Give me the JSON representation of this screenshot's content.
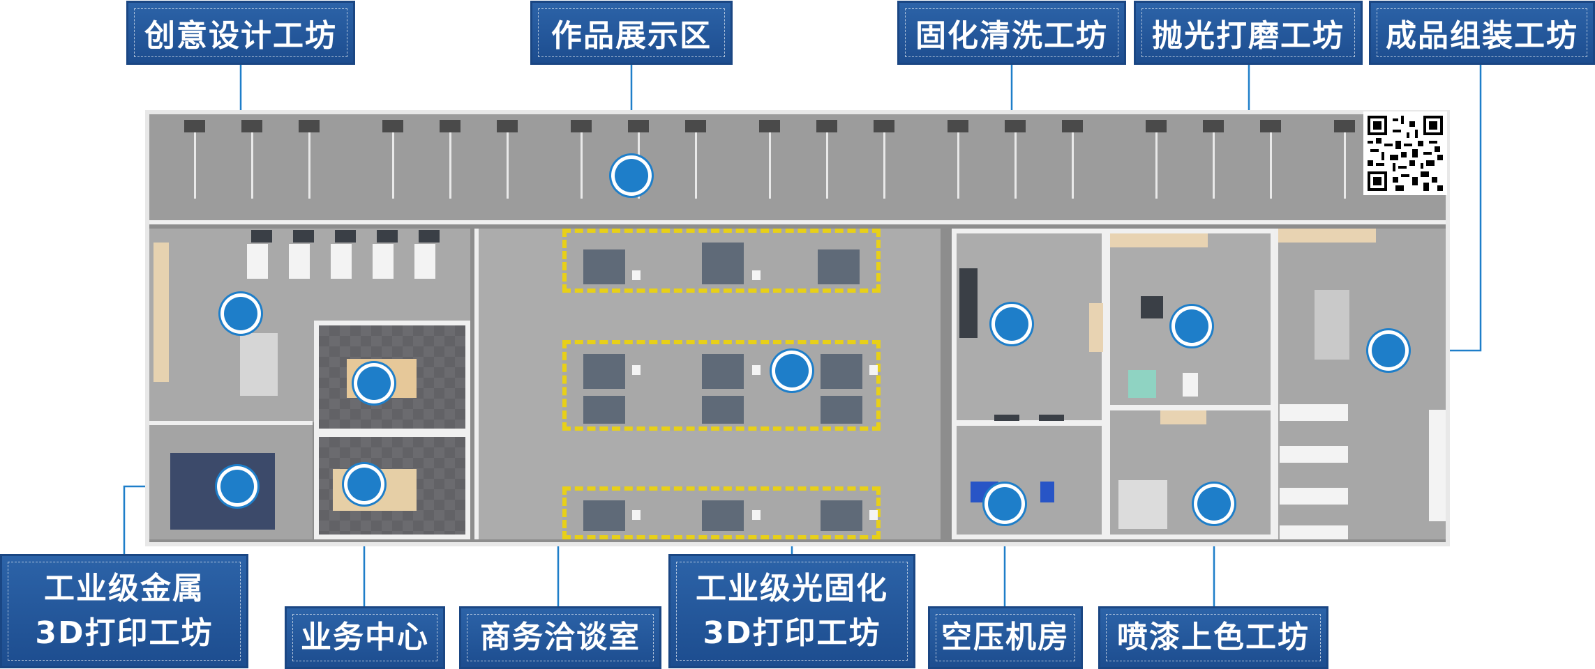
{
  "labels": {
    "design": "创意设计工坊",
    "exhibit": "作品展示区",
    "cure_wash": "固化清洗工坊",
    "polish": "抛光打磨工坊",
    "assembly": "成品组装工坊",
    "metal_line1": "工业级金属",
    "metal_line2": "3D打印工坊",
    "business": "业务中心",
    "negotiation": "商务洽谈室",
    "photo_line1": "工业级光固化",
    "photo_line2": "3D打印工坊",
    "air": "空压机房",
    "paint": "喷漆上色工坊"
  },
  "colors": {
    "label_bg": "#1d4d8f",
    "marker": "#1e7ec9",
    "hazard": "#e8d018"
  },
  "icons": {
    "qr": "qr-code-icon"
  }
}
